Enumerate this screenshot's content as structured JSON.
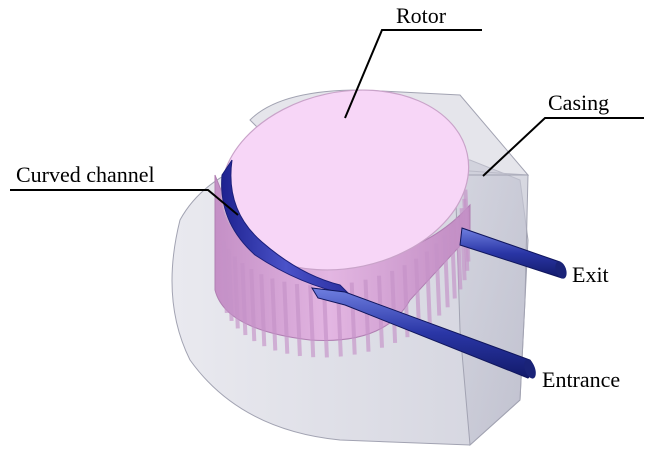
{
  "labels": {
    "rotor": "Rotor",
    "casing": "Casing",
    "curved_channel": "Curved channel",
    "exit": "Exit",
    "entrance": "Entrance"
  },
  "colors": {
    "rotor_top": "#f7d6f7",
    "rotor_side": "#d9a8d8",
    "rotor_stripe": "#c592c7",
    "casing": "#c7c8d6",
    "casing_edge": "#9a9aa8",
    "channel": "#3d3fb0",
    "tube": "#2c3aa8",
    "leader_line": "#000000"
  },
  "rotor_blade_count": 26
}
